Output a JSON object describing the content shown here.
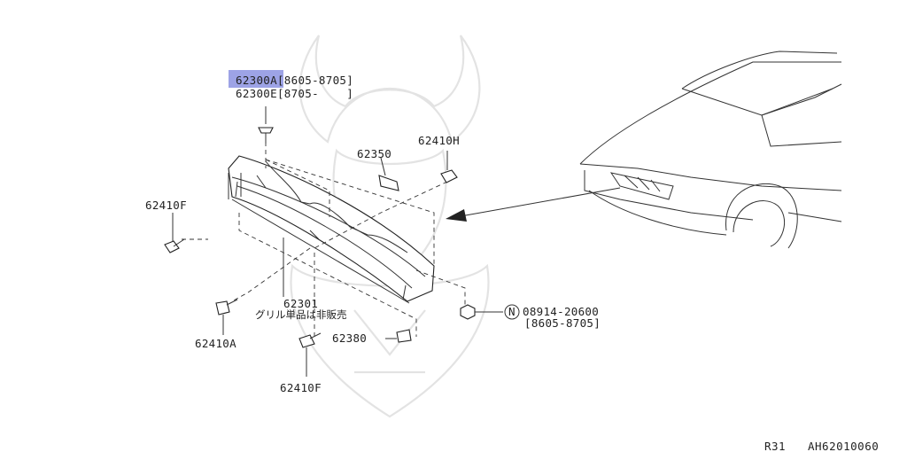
{
  "labels": {
    "main_part": {
      "highlight": "62300",
      "line1_rest": "A[8605-8705]",
      "line2": "62300E[8705-    ]"
    },
    "clip_h": "62410H",
    "bracket": "62350",
    "clip_f_left": "62410F",
    "grille_inner": "62301",
    "grille_note": "グリル単品は非販売",
    "clip_a": "62410A",
    "nut_prefix": "N",
    "nut_code": "08914-20600",
    "nut_date": "[8605-8705]",
    "retainer": "62380",
    "clip_f_bottom": "62410F"
  },
  "footer": {
    "model": "R31",
    "diagram_id": "AH62010060"
  },
  "colors": {
    "highlight": "#9da3e6",
    "line": "#333333",
    "watermark": "#e3e3e3"
  }
}
